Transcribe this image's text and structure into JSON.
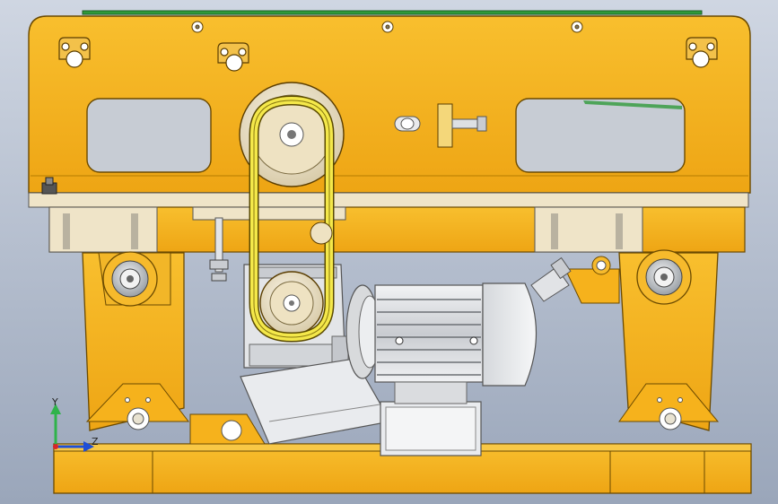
{
  "viewport": {
    "background_top": "#cfd6e2",
    "background_bottom": "#9aa6ba"
  },
  "colors": {
    "frame_yellow": "#f6b21c",
    "frame_edge": "#6b4a00",
    "frame_shadow": "#d99600",
    "steel": "#d8dadc",
    "steel_dark": "#8c9094",
    "cream": "#efe4c8",
    "belt": "#f4e84a",
    "green_edge": "#2f9a3a"
  },
  "triad": {
    "y_label": "Y",
    "z_label": "Z",
    "y_color": "#2fb34a",
    "z_color": "#1f4fd6",
    "x_color": "#d8262a"
  },
  "components": [
    "top-frame",
    "upper-pulley",
    "lower-pulley",
    "drive-belt",
    "gearbox",
    "electric-motor",
    "motor-terminal-box",
    "left-leg",
    "right-leg",
    "base-rail",
    "tension-bolt"
  ]
}
